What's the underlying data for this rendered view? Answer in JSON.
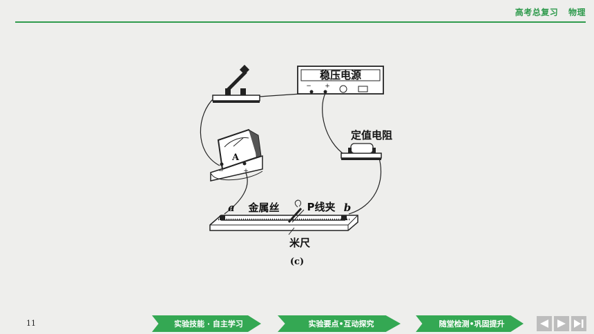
{
  "header": {
    "course": "高考总复习",
    "subject": "物理"
  },
  "page_number": "11",
  "diagram": {
    "power_supply": "稳压电源",
    "power_minus": "−",
    "power_plus": "+",
    "resistor": "定值电阻",
    "ammeter": "A",
    "ammeter_minus": "−",
    "ammeter_plus": "+",
    "wire_label": "金属丝",
    "point_a": "a",
    "point_b": "b",
    "clip_label": "P线夹",
    "ruler_label": "米尺",
    "caption": "(c)"
  },
  "nav": {
    "tabs": [
      {
        "label": "实验技能 · 自主学习"
      },
      {
        "label": "实验要点•互动探究"
      },
      {
        "label": "随堂检测•巩固提升"
      }
    ]
  },
  "colors": {
    "accent": "#2e9a4c",
    "tab": "#34a853",
    "pager": "#bdbdbd"
  }
}
